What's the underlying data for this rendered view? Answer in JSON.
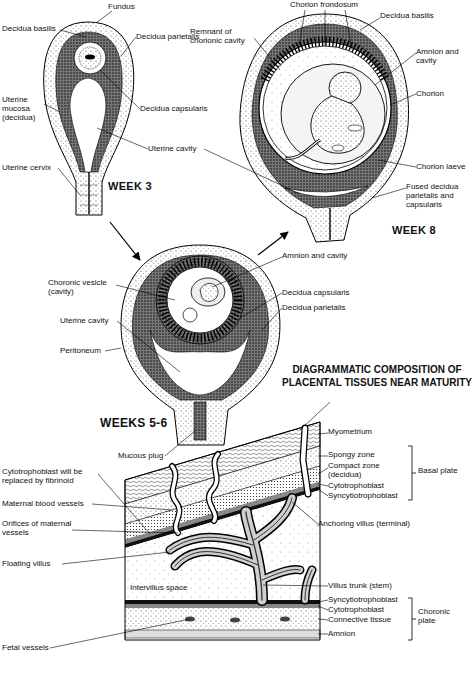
{
  "diagram": {
    "title": "DIAGRAMMATIC COMPOSITION OF PLACENTAL TISSUES NEAR MATURITY",
    "labels": [
      "Fundus",
      "Decidua basilis",
      "Decidua parietalis",
      "Uterine mucosa (decidua)",
      "Decidua capsularis",
      "Uterine cavity",
      "Uterine cervix",
      "WEEK 3",
      "Chorion frondosum",
      "Remnant of chorionic cavity",
      "Decidua basilis",
      "Amnion and cavity",
      "Chorion",
      "Chorion laeve",
      "Fused decidua parietalis and capsularis",
      "WEEK 8",
      "Amnion and cavity",
      "Choronic vesicle (cavity)",
      "Decidua capsularis",
      "Decidua parietalis",
      "Uterine cavity",
      "Peritoneum",
      "Mucous plug",
      "WEEKS 5-6",
      "Myometrium",
      "Spongy zone",
      "Compact zone (decidua)",
      "Basal plate",
      "Cytotrophoblast",
      "Syncytiotrophoblast",
      "Cytotrophoblast will be replaced by fibrinoid",
      "Maternal blood vessels",
      "Orifices of maternal vessels",
      "Anchoring villus (terminal)",
      "Floating villus",
      "Intervillus space",
      "Villus trunk (stem)",
      "Syncytiotrophoblast",
      "Cytotrophoblast",
      "Connective tissue",
      "Amnion",
      "Choronic plate",
      "Fetal vessels"
    ]
  }
}
